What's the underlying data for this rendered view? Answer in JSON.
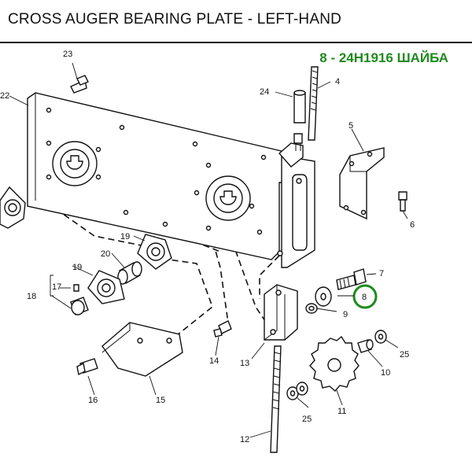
{
  "header": {
    "title": "CROSS AUGER BEARING PLATE - LEFT-HAND",
    "highlight": "8 - 24H1916 ШАЙБА",
    "highlight_color": "#1f8a1f"
  },
  "callouts": {
    "c4": "4",
    "c5": "5",
    "c6": "6",
    "c7": "7",
    "c8": "8",
    "c9": "9",
    "c10": "10",
    "c11": "11",
    "c12": "12",
    "c13": "13",
    "c14": "14",
    "c15": "15",
    "c16": "16",
    "c17": "17",
    "c18": "18",
    "c19a": "19",
    "c19b": "19",
    "c20": "20",
    "c22": "22",
    "c23": "23",
    "c24": "24",
    "c25a": "25",
    "c25b": "25"
  }
}
